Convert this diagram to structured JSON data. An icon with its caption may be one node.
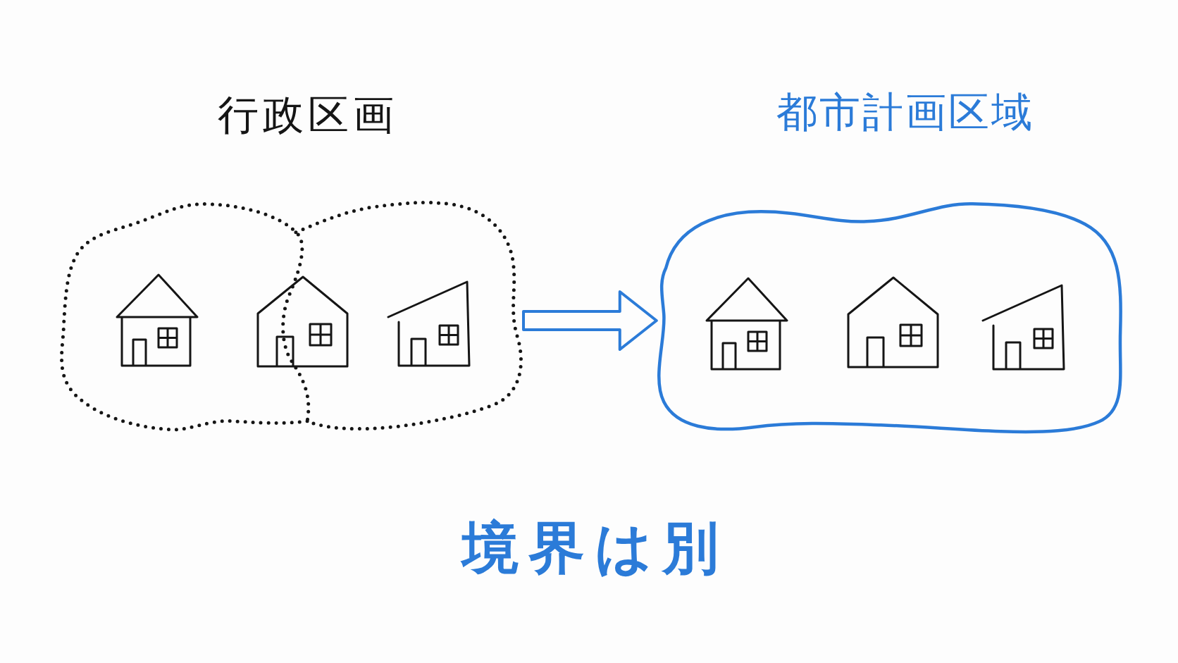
{
  "diagram": {
    "caption": "境界は別",
    "nodes": [
      {
        "text": [],
        "shape": "cloud"
      },
      {
        "text": [],
        "shape": "cloud"
      },
      {
        "text": [
          "都市計画区域"
        ]
      }
    ],
    "edges": [
      {
        "from": 1,
        "to": 2,
        "arrow": "to"
      }
    ],
    "labels": [
      "行政区画"
    ]
  }
}
